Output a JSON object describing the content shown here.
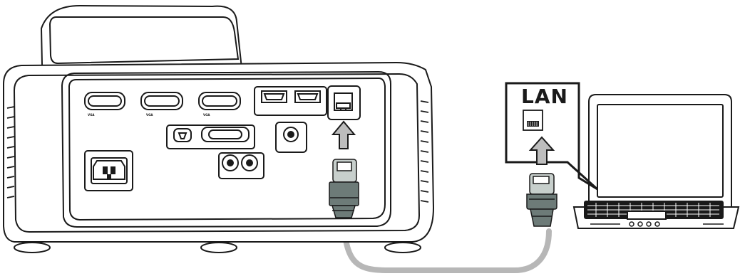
{
  "callout": {
    "label": "LAN"
  },
  "colors": {
    "line": "#1a1a1a",
    "cable": "#b7b7b7",
    "plug_dark": "#6d7b78",
    "plug_light": "#c7cfcc",
    "arrow": "#bdbdbd",
    "fill_white": "#ffffff"
  },
  "icons": {
    "projector": "projector-rear-panel",
    "laptop": "laptop-computer",
    "connector": "rj45-plug",
    "direction": "up-arrow"
  }
}
